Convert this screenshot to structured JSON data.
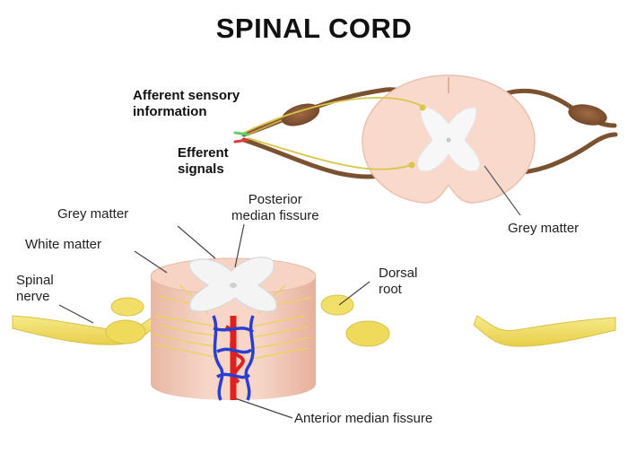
{
  "title": "SPINAL CORD",
  "labels": {
    "afferent": "Afferent sensory information",
    "afferent_line1": "Afferent sensory",
    "afferent_line2": "information",
    "efferent_line1": "Efferent",
    "efferent_line2": "signals",
    "grey_matter_top": "Grey matter",
    "grey_matter_right": "Grey matter",
    "posterior_line1": "Posterior",
    "posterior_line2": "median fissure",
    "white_matter": "White matter",
    "spinal_line1": "Spinal",
    "spinal_line2": "nerve",
    "dorsal_line1": "Dorsal",
    "dorsal_line2": "root",
    "anterior": "Anterior median fissure"
  },
  "colors": {
    "cord_pink": "#f9d9cc",
    "grey_matter": "#f7f7f7",
    "nerve_brown": "#7a5230",
    "ganglion_brown": "#8a5a3a",
    "nerve_yellow": "#f2e06a",
    "artery_red": "#e02020",
    "vein_blue": "#2a3fd0",
    "afferent_green": "#5bd36a",
    "efferent_red": "#e03a3a"
  }
}
